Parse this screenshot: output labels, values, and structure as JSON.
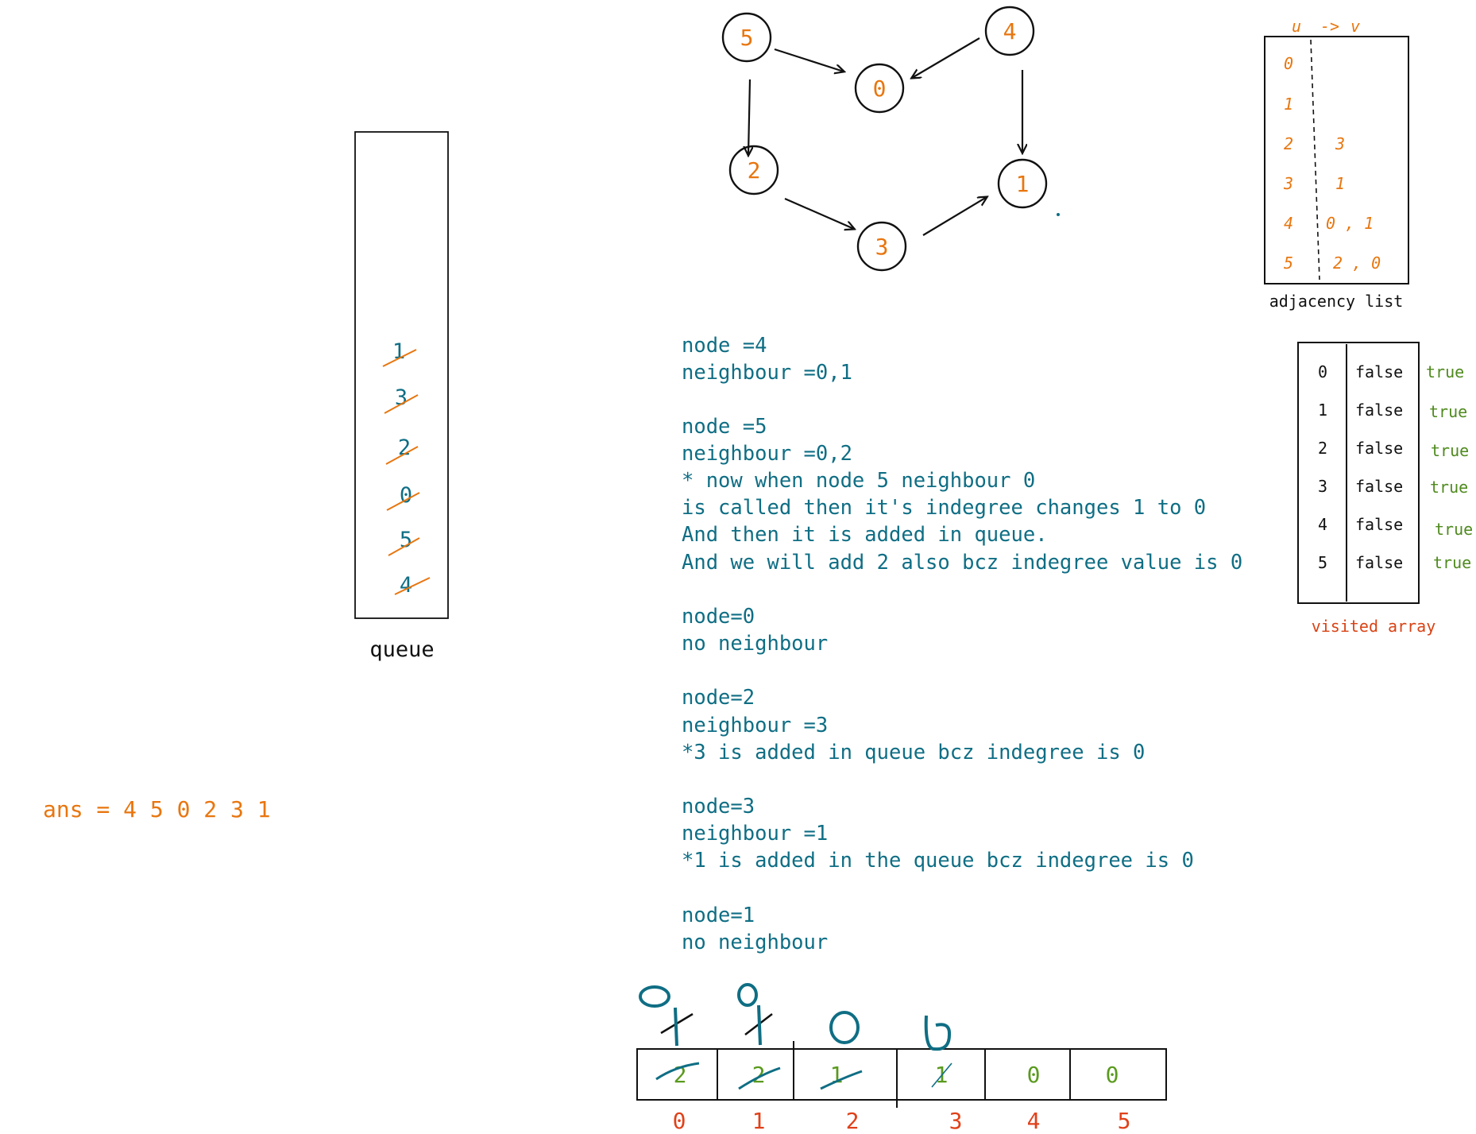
{
  "graph": {
    "nodes": [
      {
        "id": "5"
      },
      {
        "id": "4"
      },
      {
        "id": "0"
      },
      {
        "id": "2"
      },
      {
        "id": "1"
      },
      {
        "id": "3"
      }
    ]
  },
  "adjacency": {
    "header_u": "u",
    "header_arrow": "->",
    "header_v": "v",
    "rows": [
      {
        "u": "0",
        "v": ""
      },
      {
        "u": "1",
        "v": ""
      },
      {
        "u": "2",
        "v": "3"
      },
      {
        "u": "3",
        "v": "1"
      },
      {
        "u": "4",
        "v": "0 , 1"
      },
      {
        "u": "5",
        "v": "2 , 0"
      }
    ],
    "caption": "adjacency list"
  },
  "visited": {
    "rows": [
      {
        "index": "0",
        "initial": "false",
        "updated": "true"
      },
      {
        "index": "1",
        "initial": "false",
        "updated": "true"
      },
      {
        "index": "2",
        "initial": "false",
        "updated": "true"
      },
      {
        "index": "3",
        "initial": "false",
        "updated": "true"
      },
      {
        "index": "4",
        "initial": "false",
        "updated": "true"
      },
      {
        "index": "5",
        "initial": "false",
        "updated": "true"
      }
    ],
    "caption": "visited array"
  },
  "queue": {
    "items": [
      "1",
      "3",
      "2",
      "0",
      "5",
      "4"
    ],
    "caption": "queue"
  },
  "notes": [
    "node =4",
    "neighbour =0,1",
    "",
    "node =5",
    "neighbour =0,2",
    "* now when node 5 neighbour 0",
    "is called then it's indegree changes 1 to 0",
    "And then it is added in queue.",
    "And we will add 2 also bcz indegree value is 0",
    "",
    "node=0",
    "no neighbour",
    "",
    "node=2",
    "neighbour =3",
    "*3 is added in queue bcz indegree is 0",
    "",
    "node=3",
    "neighbour =1",
    "*1 is added in the queue bcz indegree is 0",
    "",
    "node=1",
    "no neighbour"
  ],
  "answer": "ans = 4 5 0 2 3 1",
  "indegree": {
    "cells": [
      {
        "value": "2",
        "struck": true,
        "new_value": "0"
      },
      {
        "value": "2",
        "struck": true,
        "new_value": "0"
      },
      {
        "value": "1",
        "struck": true,
        "new_value": "0"
      },
      {
        "value": "1",
        "struck": true,
        "new_value": "0"
      },
      {
        "value": "0",
        "struck": false,
        "new_value": ""
      },
      {
        "value": "0",
        "struck": false,
        "new_value": ""
      }
    ],
    "indices": [
      "0",
      "1",
      "2",
      "3",
      "4",
      "5"
    ]
  },
  "colors": {
    "teal": "#0f6e84",
    "orange": "#e8760f",
    "green": "#4f8a1e",
    "red": "#d84315",
    "ink": "#111111"
  }
}
